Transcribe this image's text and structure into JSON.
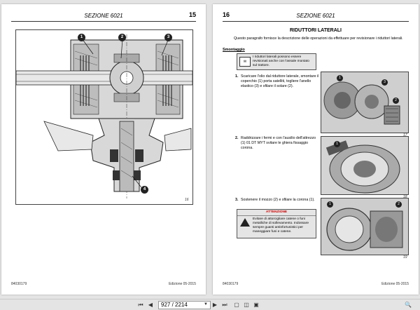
{
  "left_page": {
    "section": "SEZIONE 6021",
    "page_number": "15",
    "figure_number": "16",
    "callouts": [
      "1",
      "2",
      "3",
      "4"
    ],
    "footer_code": "84030179",
    "footer_edition": "Edizione 05-2015"
  },
  "right_page": {
    "section": "SEZIONE 6021",
    "page_number": "16",
    "title": "RIDUTTORI LATERALI",
    "intro": "Questo paragrafo fornisce la descrizione delle operazioni da effettuare per revisionare i riduttori laterali.",
    "subheading": "Smontaggio",
    "note": "I riduttori laterali possono essere revisionati anche con l'assale montato sul trattore.",
    "steps": [
      {
        "n": "1.",
        "text": "Scaricare l'olio dal riduttore laterale, smontare il coperchio (1) porta satelliti, togliere l'anello elastico (3) e sfilare il solare (2)."
      },
      {
        "n": "2.",
        "text": "Raddrizzare i fermi e con l'ausilio dell'attrezzo (1) 01 DT MYT svitare le ghiera fissaggio corona."
      },
      {
        "n": "3.",
        "text": "Sostenere il mozzo (2) e sfilare la corona (1)."
      }
    ],
    "warning_title": "ATTENZIONE",
    "warning_text": "Evitare di attorcigliare catene o funi metalliche di sollevamento. Indossare sempre guanti antinfortunistici per maneggiare funi e catene.",
    "figure_numbers": [
      "17",
      "18",
      "19"
    ],
    "photo_callouts": [
      "1",
      "2",
      "3",
      "1",
      "1",
      "2"
    ],
    "footer_code": "84030179",
    "footer_edition": "Edizione 05-2015"
  },
  "viewer": {
    "page_indicator": "927 / 2214"
  }
}
